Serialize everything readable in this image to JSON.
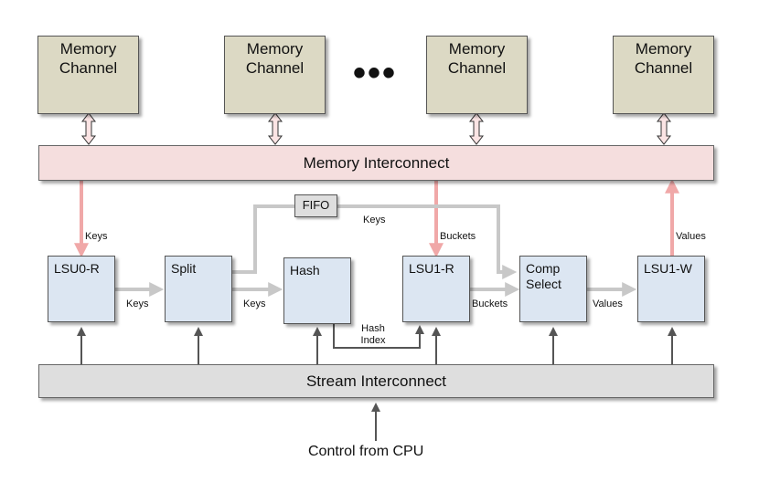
{
  "memory_channels": [
    {
      "line1": "Memory",
      "line2": "Channel"
    },
    {
      "line1": "Memory",
      "line2": "Channel"
    },
    {
      "line1": "Memory",
      "line2": "Channel"
    },
    {
      "line1": "Memory",
      "line2": "Channel"
    }
  ],
  "ellipsis": "•••",
  "memory_interconnect": "Memory Interconnect",
  "stream_interconnect": "Stream Interconnect",
  "control": "Control from CPU",
  "fifo": "FIFO",
  "units": {
    "lsu0r": "LSU0-R",
    "split": "Split",
    "hash": "Hash",
    "lsu1r": "LSU1-R",
    "comp_line1": "Comp",
    "comp_line2": "Select",
    "lsu1w": "LSU1-W"
  },
  "labels": {
    "keys_mem": "Keys",
    "keys_fifo": "Keys",
    "buckets_mem": "Buckets",
    "values_mem": "Values",
    "keys_1": "Keys",
    "keys_2": "Keys",
    "hash_index_1": "Hash",
    "hash_index_2": "Index",
    "buckets_flow": "Buckets",
    "values_flow": "Values"
  },
  "colors": {
    "memory_box": "#dcd9c4",
    "memory_bus": "#f5dede",
    "unit": "#dce6f2",
    "stream_bus": "#dedede",
    "mem_arrow": "#f0a8a8",
    "data_arrow": "#c8c8c8",
    "control_arrow": "#555555"
  }
}
